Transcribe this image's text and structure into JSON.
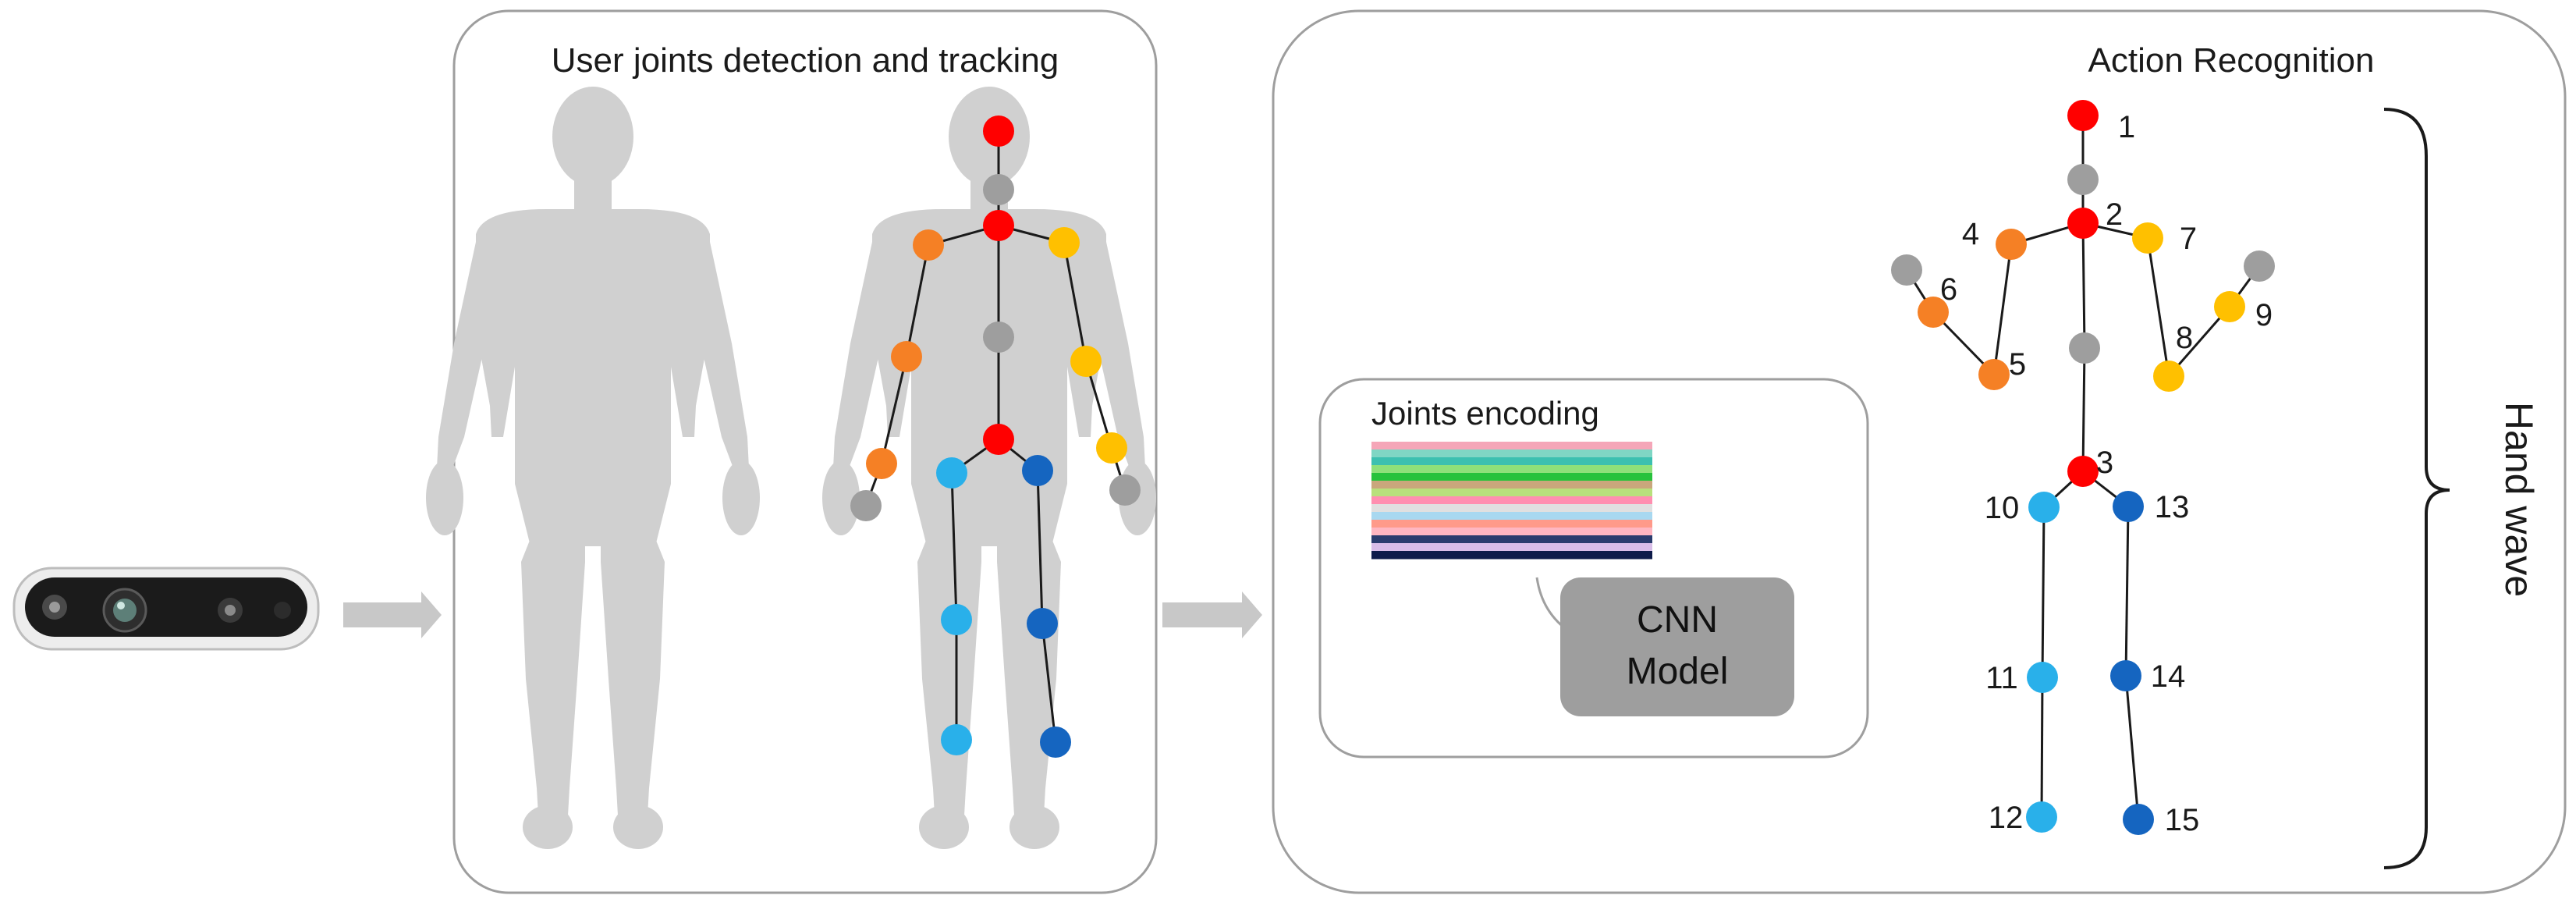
{
  "panels": {
    "detection": {
      "title": "User joints detection and tracking"
    },
    "recognition": {
      "title": "Action Recognition"
    },
    "encoding": {
      "title": "Joints encoding"
    }
  },
  "model": {
    "line1": "CNN",
    "line2": "Model"
  },
  "action": {
    "label": "Hand wave"
  },
  "joints": [
    {
      "id": "1",
      "color": "#ff0000"
    },
    {
      "id": "2",
      "color": "#ff0000"
    },
    {
      "id": "3",
      "color": "#ff0000"
    },
    {
      "id": "4",
      "color": "#f58025"
    },
    {
      "id": "5",
      "color": "#f58025"
    },
    {
      "id": "6",
      "color": "#f58025"
    },
    {
      "id": "7",
      "color": "#ffc000"
    },
    {
      "id": "8",
      "color": "#ffc000"
    },
    {
      "id": "9",
      "color": "#ffc000"
    },
    {
      "id": "10",
      "color": "#29b0ea"
    },
    {
      "id": "11",
      "color": "#29b0ea"
    },
    {
      "id": "12",
      "color": "#29b0ea"
    },
    {
      "id": "13",
      "color": "#1565c0"
    },
    {
      "id": "14",
      "color": "#1565c0"
    },
    {
      "id": "15",
      "color": "#1565c0"
    }
  ],
  "colors": {
    "panel_border": "#9e9e9e",
    "silhouette": "#d0d0d0",
    "arrow": "#c8c8c8",
    "neutral_joint": "#9e9e9e",
    "model_box": "#9e9e9e"
  },
  "encoding_stripes": [
    "#f5a6b8",
    "#7fd6c4",
    "#3cc0b0",
    "#8ee07a",
    "#27c23c",
    "#c9a77c",
    "#b8e07c",
    "#ff8fb0",
    "#e0e0e0",
    "#a8d8f0",
    "#ff9a8a",
    "#ffb6c1",
    "#2a3c6e",
    "#d8bde8",
    "#0d1b4a"
  ]
}
